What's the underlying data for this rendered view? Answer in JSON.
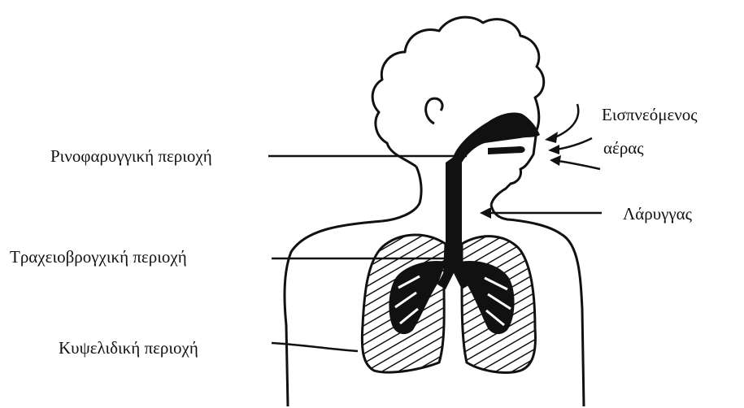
{
  "labels": {
    "nasopharyngeal": "Ρινοφαρυγγική περιοχή",
    "tracheobronchial": "Τραχειοβρογχική περιοχή",
    "alveolar": "Κυψελιδική περιοχή",
    "inhaled_air_line1": "Εισπνεόμενος",
    "inhaled_air_line2": "αέρας",
    "larynx": "Λάρυγγας"
  },
  "colors": {
    "ink": "#111111",
    "background": "#ffffff"
  }
}
